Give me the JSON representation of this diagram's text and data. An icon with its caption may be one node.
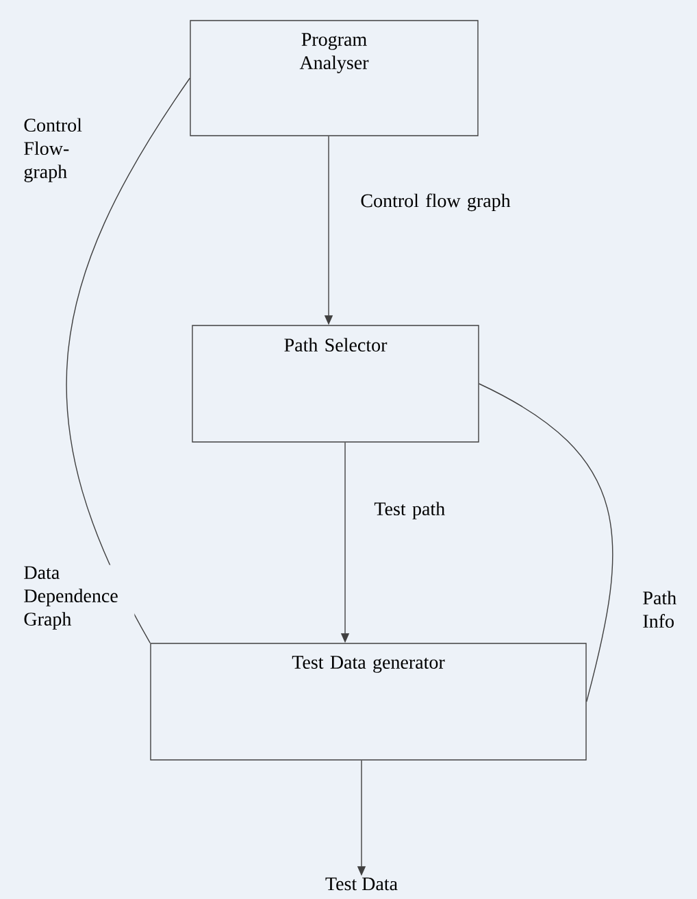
{
  "diagram": {
    "nodes": [
      {
        "text": [
          "Program Analyser"
        ]
      },
      {
        "text": [
          "Path Selector"
        ]
      },
      {
        "text": [
          "Test Data generator"
        ]
      },
      {
        "text": [
          "Test Data"
        ]
      }
    ],
    "edges": [
      {
        "from": 0,
        "to": 1,
        "arrow": "to",
        "label": "Control flow graph"
      },
      {
        "from": 1,
        "to": 2,
        "arrow": "to",
        "label": "Test path"
      },
      {
        "from": 2,
        "to": 3,
        "arrow": "to"
      },
      {
        "from": 0,
        "to": 2,
        "arrow": "none"
      },
      {
        "from": 1,
        "to": 2,
        "arrow": "none",
        "label": "Path Info"
      }
    ],
    "labels": [
      "Control Flow-graph",
      "Data Dependence Graph"
    ]
  }
}
